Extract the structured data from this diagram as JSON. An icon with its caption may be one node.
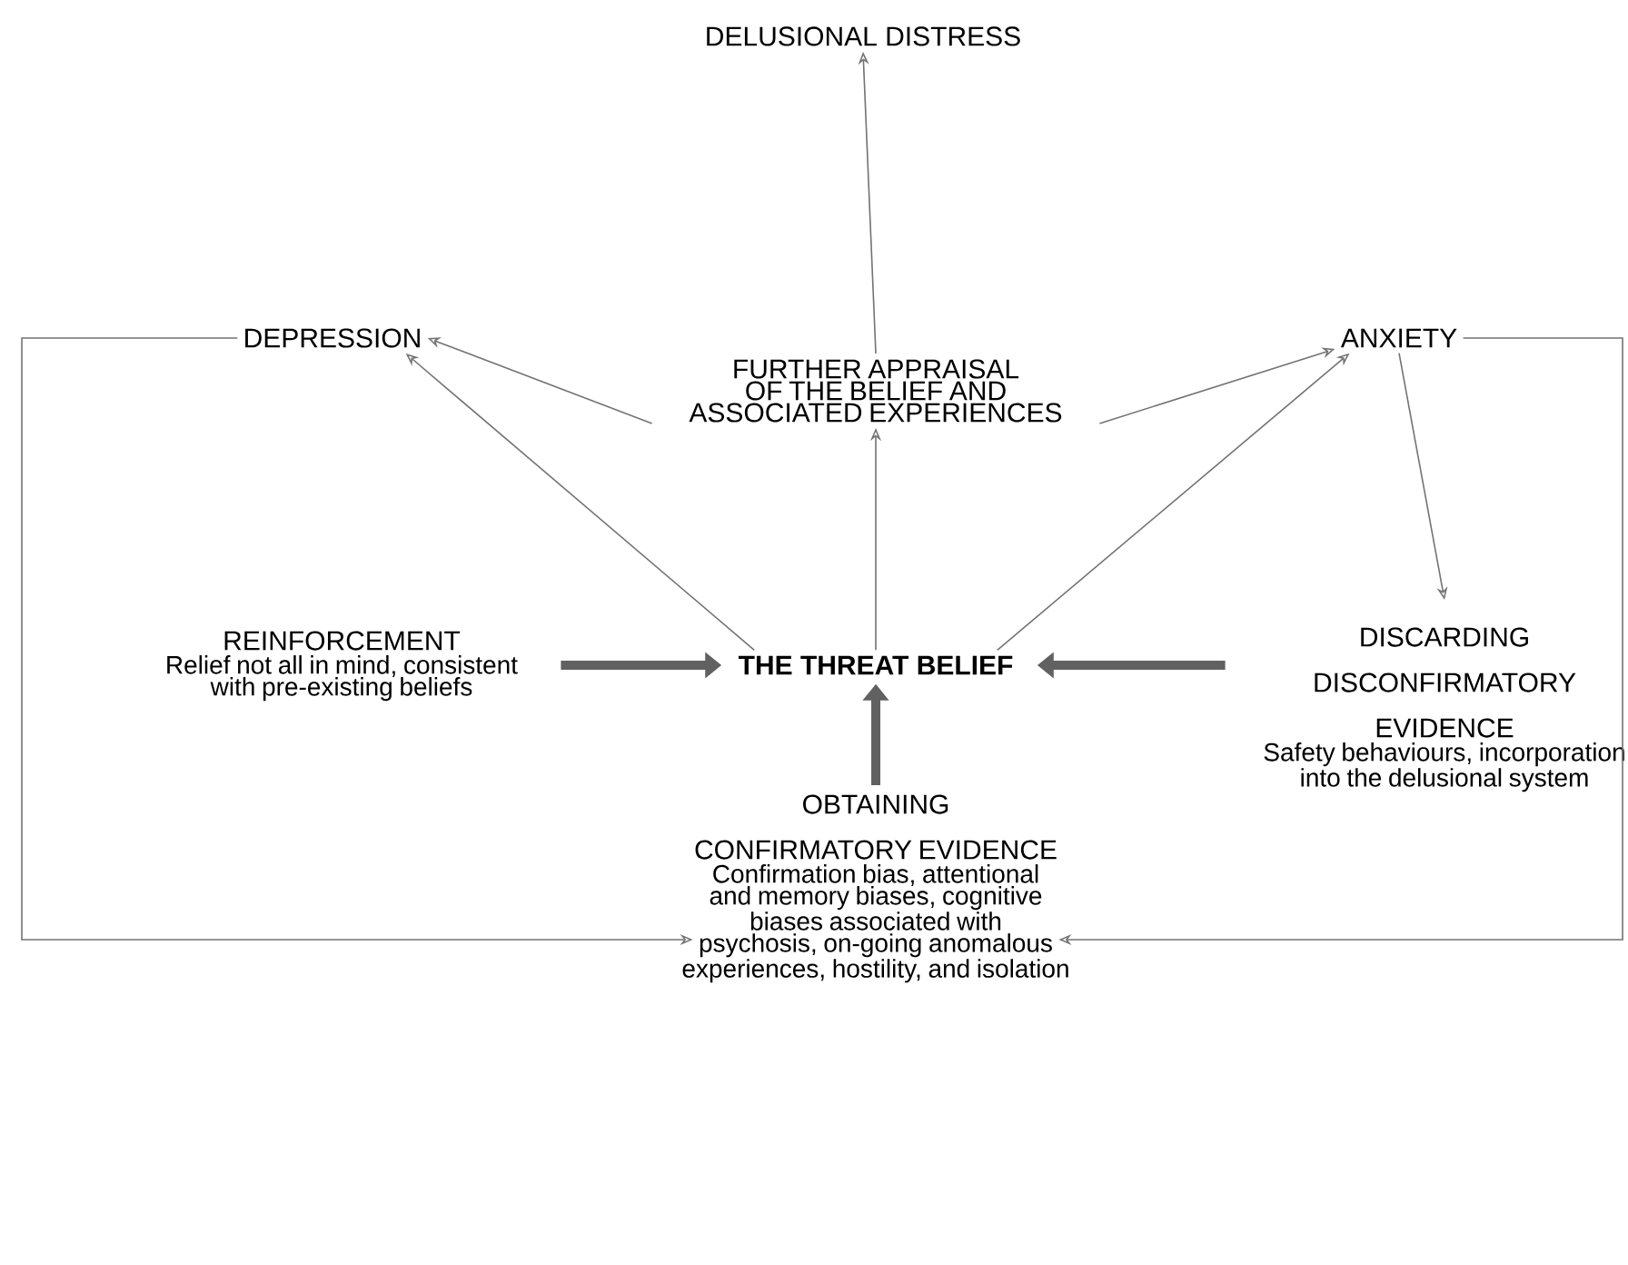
{
  "diagram": {
    "nodes": [
      {
        "text": [
          "DELUSIONAL DISTRESS"
        ]
      },
      {
        "text": [
          "DEPRESSION"
        ]
      },
      {
        "text": [
          "FURTHER APPRAISAL OF THE BELIEF AND ASSOCIATED EXPERIENCES"
        ]
      },
      {
        "text": [
          "ANXIETY"
        ]
      },
      {
        "text": [
          "REINFORCEMENT",
          "Relief not all in mind, consistent with pre-existing beliefs"
        ]
      },
      {
        "text": [
          "THE THREAT BELIEF"
        ]
      },
      {
        "text": [
          "DISCARDING DISCONFIRMATORY EVIDENCE",
          "Safety behaviours, incorporation into the delusional system"
        ]
      },
      {
        "text": [
          "OBTAINING CONFIRMATORY EVIDENCE",
          "Confirmation bias, attentional and memory biases, cognitive biases associated with psychosis, on-going anomalous experiences, hostility, and isolation"
        ]
      }
    ],
    "edges": [
      {
        "from": 2,
        "to": 0,
        "arrow": "to"
      },
      {
        "from": 2,
        "to": 1,
        "arrow": "to"
      },
      {
        "from": 5,
        "to": 1,
        "arrow": "to"
      },
      {
        "from": 2,
        "to": 3,
        "arrow": "to"
      },
      {
        "from": 5,
        "to": 3,
        "arrow": "to"
      },
      {
        "from": 5,
        "to": 2,
        "arrow": "to"
      },
      {
        "from": 3,
        "to": 6,
        "arrow": "to"
      },
      {
        "from": 4,
        "to": 5,
        "arrow": "to",
        "style": "thick"
      },
      {
        "from": 6,
        "to": 5,
        "arrow": "to",
        "style": "thick"
      },
      {
        "from": 7,
        "to": 5,
        "arrow": "to",
        "style": "thick"
      },
      {
        "from": 1,
        "to": 7,
        "arrow": "to"
      },
      {
        "from": 3,
        "to": 7,
        "arrow": "to"
      }
    ]
  }
}
